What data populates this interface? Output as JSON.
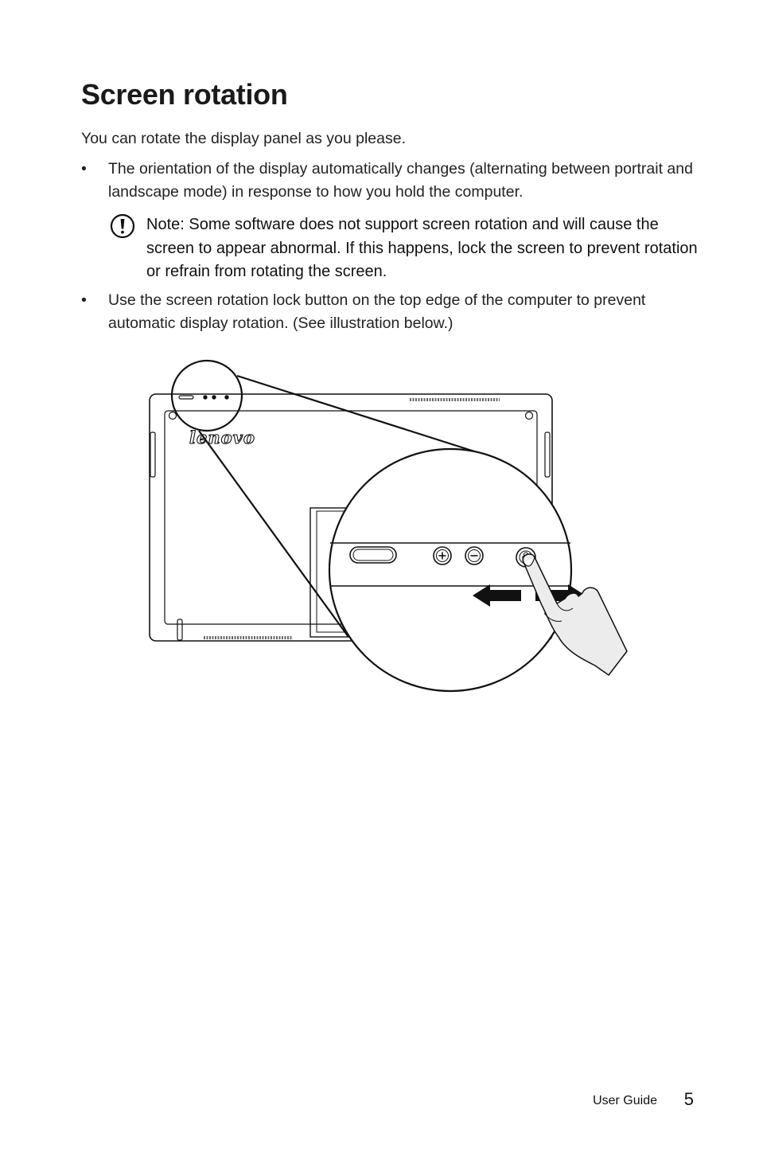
{
  "page": {
    "title": "Screen rotation",
    "intro": "You can rotate the display panel as you please.",
    "bullets": [
      {
        "marker": "•",
        "text": "The orientation of the display automatically changes (alternating between portrait and landscape mode) in response to how you hold the computer."
      },
      {
        "marker": "•",
        "text": "Use the screen rotation lock button on the top edge of the computer to prevent automatic display rotation. (See illustration below.)"
      }
    ],
    "note": {
      "label": "Note:",
      "text": " Some software does not support screen rotation and will cause the screen to appear abnormal. If this happens, lock the screen to prevent rotation or refrain from rotating the screen.",
      "icon": "exclamation-icon"
    },
    "figure": {
      "brand": "lenovo",
      "icons": [
        "volume-up-icon",
        "volume-down-icon",
        "rotation-lock-icon",
        "hand-icon",
        "arrow-left-icon",
        "arrow-right-icon"
      ]
    },
    "footer": {
      "label": "User Guide",
      "page_number": "5"
    }
  }
}
